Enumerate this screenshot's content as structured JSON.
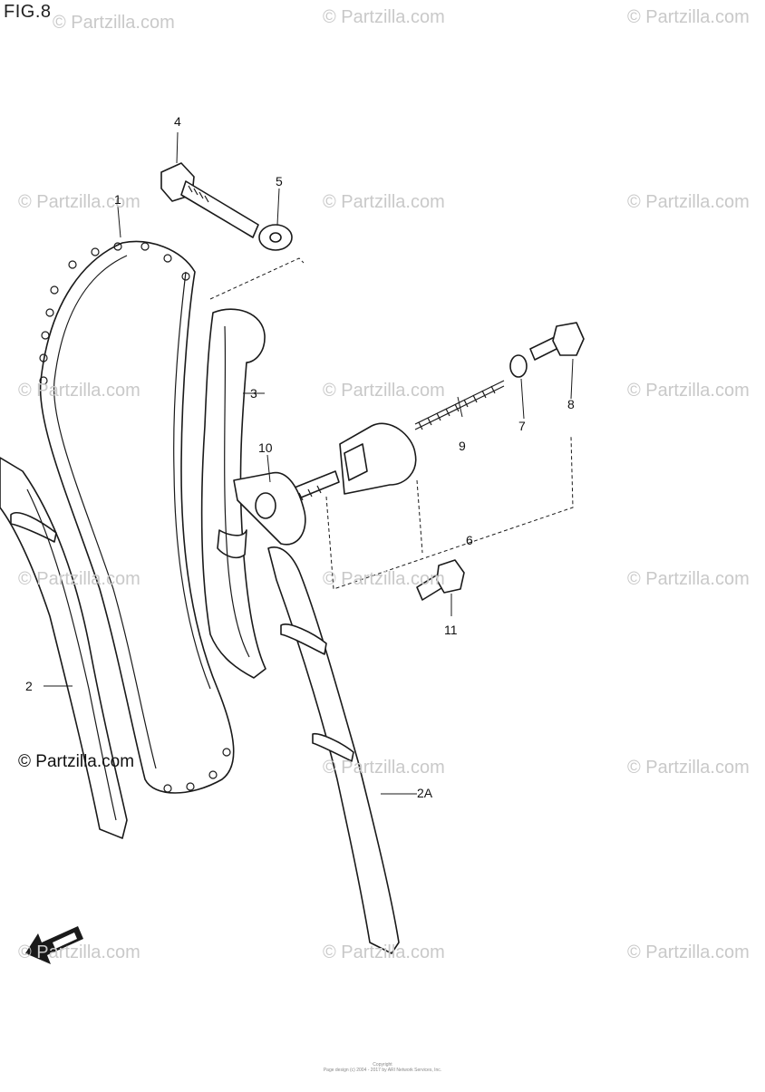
{
  "figure": {
    "title": "FIG.8"
  },
  "watermark": {
    "text": "© Partzilla.com",
    "strong_text": "© Partzilla.com"
  },
  "callouts": {
    "p1": "1",
    "p2": "2",
    "p2a": "2A",
    "p3": "3",
    "p4": "4",
    "p5": "5",
    "p6": "6",
    "p7": "7",
    "p8": "8",
    "p9": "9",
    "p10": "10",
    "p11": "11"
  },
  "footer": {
    "line1": "Copyright",
    "line2": "Page design (c) 2004 - 2017 by ARI Network Services, Inc."
  }
}
